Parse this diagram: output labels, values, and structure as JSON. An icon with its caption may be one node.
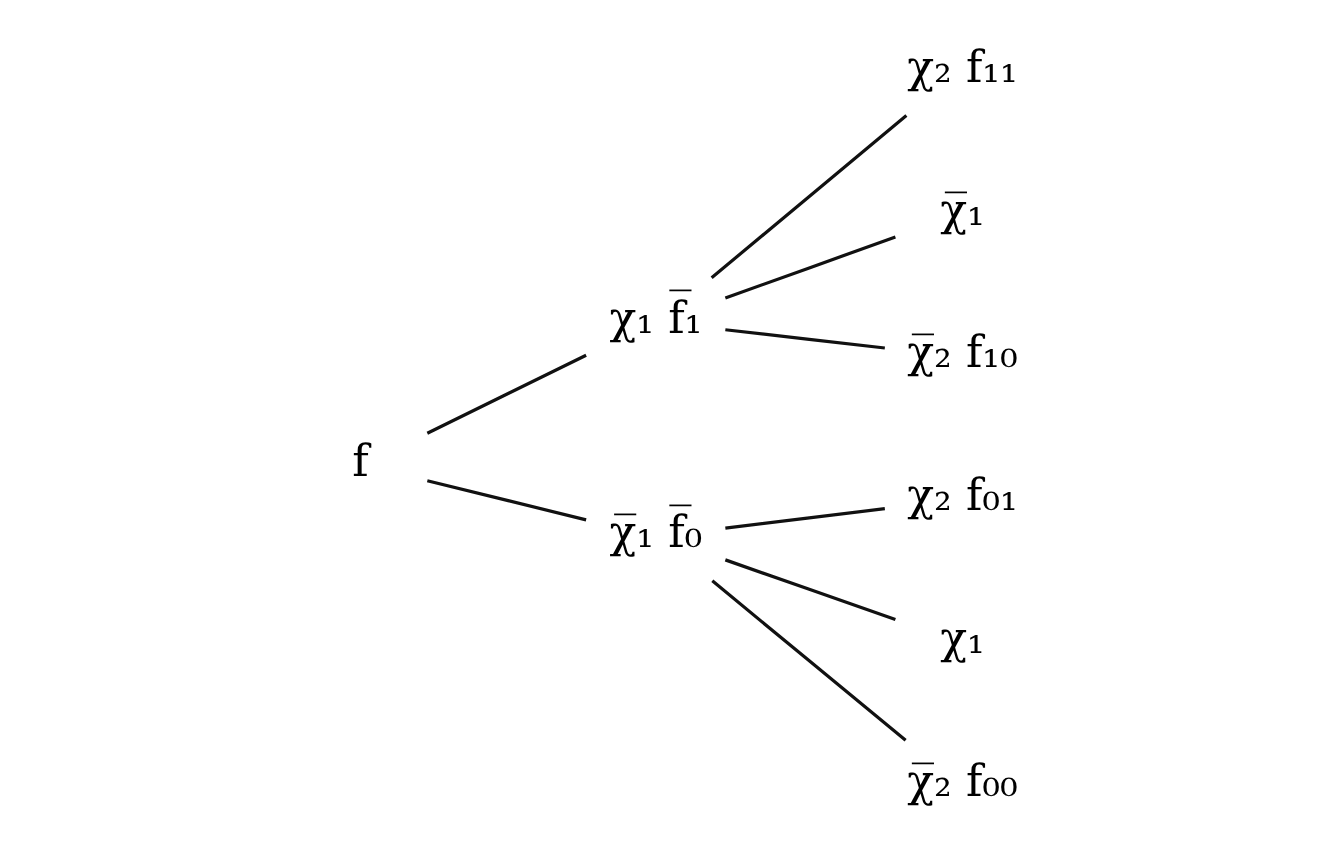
{
  "diagram": {
    "nodes": [
      {
        "text": [
          "f"
        ]
      },
      {
        "text": [
          "χ₁ f̅₁"
        ]
      },
      {
        "text": [
          "χ̅₁ f̅₀"
        ]
      },
      {
        "text": [
          "χ₂ f₁₁"
        ]
      },
      {
        "text": [
          "χ̅₁"
        ]
      },
      {
        "text": [
          "χ̅₂ f₁₀"
        ]
      },
      {
        "text": [
          "χ₂ f₀₁"
        ]
      },
      {
        "text": [
          "χ₁"
        ]
      },
      {
        "text": [
          "χ̅₂ f₀₀"
        ]
      }
    ],
    "edges": [
      {
        "from": 0,
        "to": 1,
        "arrow": "none"
      },
      {
        "from": 0,
        "to": 2,
        "arrow": "none"
      },
      {
        "from": 1,
        "to": 3,
        "arrow": "none"
      },
      {
        "from": 1,
        "to": 4,
        "arrow": "none"
      },
      {
        "from": 1,
        "to": 5,
        "arrow": "none"
      },
      {
        "from": 2,
        "to": 6,
        "arrow": "none"
      },
      {
        "from": 2,
        "to": 7,
        "arrow": "none"
      },
      {
        "from": 2,
        "to": 8,
        "arrow": "none"
      }
    ]
  }
}
